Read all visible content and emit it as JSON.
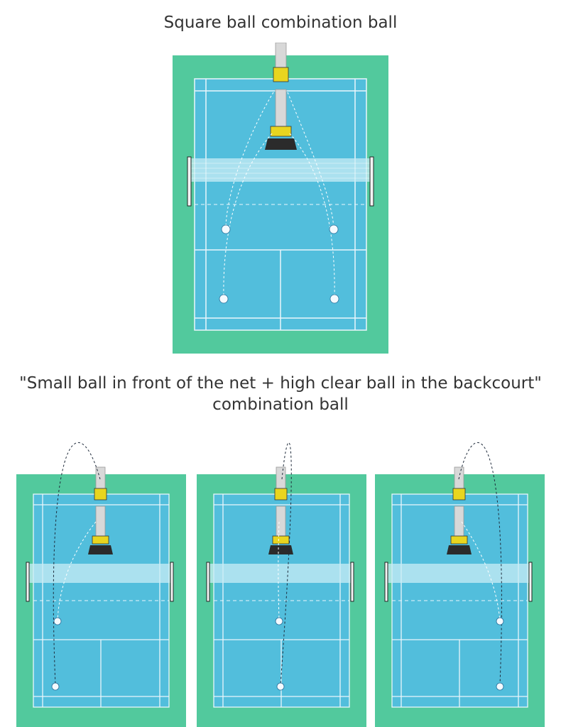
{
  "section1": {
    "title": "Square ball combination ball"
  },
  "section2": {
    "title_line1": "\"Small ball in front of the net + high clear ball in the backcourt\"",
    "title_line2": "combination ball"
  },
  "colors": {
    "surround": "#52c99d",
    "court": "#52bedc",
    "lines": "#eaf6fb",
    "net": "#c9ecf6",
    "trajectory": "#ffffff",
    "trajectory_high": "#1e2a3a",
    "machine_tube": "#d8d8d8",
    "machine_base": "#2b2b2b",
    "machine_accent": "#e8d51f"
  },
  "icons": [
    "ball-machine-icon",
    "shuttlecock-icon",
    "net-post-icon"
  ]
}
